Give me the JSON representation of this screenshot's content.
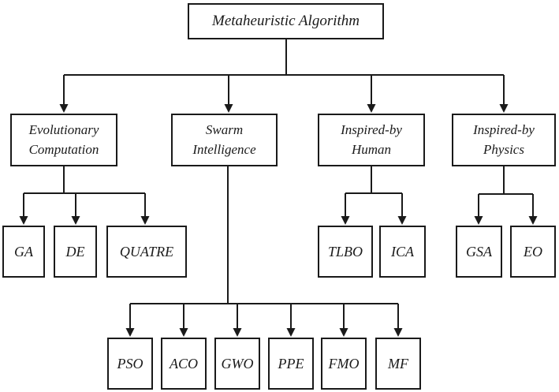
{
  "diagram": {
    "type": "tree",
    "root": {
      "label": "Metaheuristic Algorithm"
    },
    "categories": [
      {
        "label": "Evolutionary\nComputation",
        "children": [
          "GA",
          "DE",
          "QUATRE"
        ]
      },
      {
        "label": "Swarm\nIntelligence",
        "children": [
          "PSO",
          "ACO",
          "GWO",
          "PPE",
          "FMO",
          "MF"
        ]
      },
      {
        "label": "Inspired-by\nHuman",
        "children": [
          "TLBO",
          "ICA"
        ]
      },
      {
        "label": "Inspired-by\nPhysics",
        "children": [
          "GSA",
          "EO"
        ]
      }
    ]
  },
  "colors": {
    "line": "#1a1a1a",
    "box_fill": "#ffffff",
    "background": "#ffffff"
  }
}
